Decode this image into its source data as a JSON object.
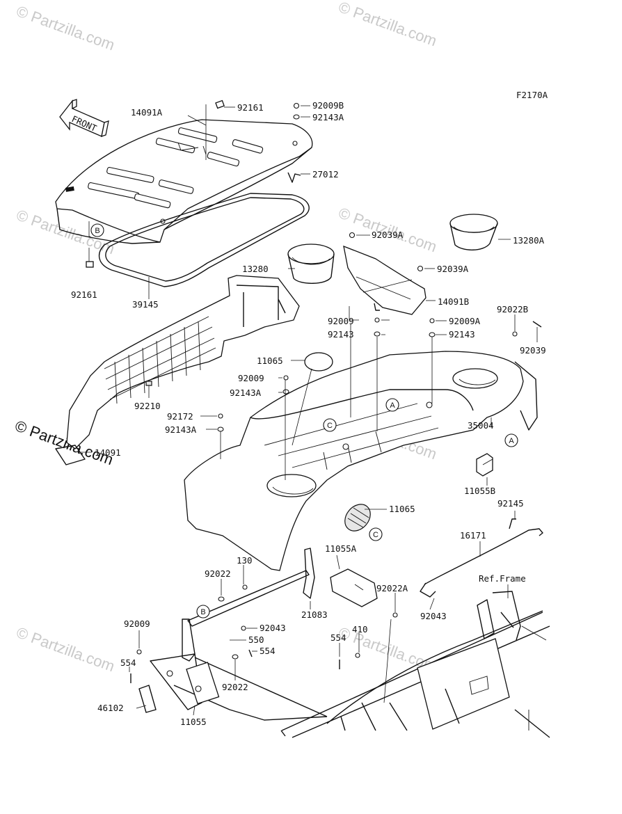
{
  "diagram_code": "F2170A",
  "front_label": "FRONT",
  "watermark": "© Partzilla.com",
  "ref_frame_label": "Ref.Frame",
  "callouts": [
    {
      "id": "c1",
      "text": "14091A"
    },
    {
      "id": "c2",
      "text": "92161"
    },
    {
      "id": "c3",
      "text": "92009B"
    },
    {
      "id": "c4",
      "text": "92143A"
    },
    {
      "id": "c5",
      "text": "27012"
    },
    {
      "id": "c6",
      "text": "92039A"
    },
    {
      "id": "c7",
      "text": "13280A"
    },
    {
      "id": "c8",
      "text": "13280"
    },
    {
      "id": "c9",
      "text": "92039A"
    },
    {
      "id": "c10",
      "text": "92161"
    },
    {
      "id": "c11",
      "text": "39145"
    },
    {
      "id": "c12",
      "text": "14091B"
    },
    {
      "id": "c13",
      "text": "92009"
    },
    {
      "id": "c14",
      "text": "92009A"
    },
    {
      "id": "c15",
      "text": "92022B"
    },
    {
      "id": "c16",
      "text": "92143"
    },
    {
      "id": "c17",
      "text": "92143"
    },
    {
      "id": "c18",
      "text": "92039"
    },
    {
      "id": "c19",
      "text": "11065"
    },
    {
      "id": "c20",
      "text": "92009"
    },
    {
      "id": "c21",
      "text": "92143A"
    },
    {
      "id": "c22",
      "text": "92210"
    },
    {
      "id": "c23",
      "text": "92172"
    },
    {
      "id": "c24",
      "text": "92143A"
    },
    {
      "id": "c25",
      "text": "35004"
    },
    {
      "id": "c26",
      "text": "14091"
    },
    {
      "id": "c27",
      "text": "11055B"
    },
    {
      "id": "c28",
      "text": "92145"
    },
    {
      "id": "c29",
      "text": "11065"
    },
    {
      "id": "c30",
      "text": "16171"
    },
    {
      "id": "c31",
      "text": "130"
    },
    {
      "id": "c32",
      "text": "11055A"
    },
    {
      "id": "c33",
      "text": "92022"
    },
    {
      "id": "c34",
      "text": "92022A"
    },
    {
      "id": "c35",
      "text": "21083"
    },
    {
      "id": "c36",
      "text": "92043"
    },
    {
      "id": "c37",
      "text": "92009"
    },
    {
      "id": "c38",
      "text": "92043"
    },
    {
      "id": "c39",
      "text": "550"
    },
    {
      "id": "c40",
      "text": "410"
    },
    {
      "id": "c41",
      "text": "554"
    },
    {
      "id": "c42",
      "text": "554"
    },
    {
      "id": "c43",
      "text": "554"
    },
    {
      "id": "c44",
      "text": "92022"
    },
    {
      "id": "c45",
      "text": "46102"
    },
    {
      "id": "c46",
      "text": "11055"
    }
  ],
  "reference_markers": [
    {
      "id": "m1",
      "text": "B"
    },
    {
      "id": "m2",
      "text": "A"
    },
    {
      "id": "m3",
      "text": "C"
    },
    {
      "id": "m4",
      "text": "A"
    },
    {
      "id": "m5",
      "text": "C"
    },
    {
      "id": "m6",
      "text": "B"
    }
  ]
}
